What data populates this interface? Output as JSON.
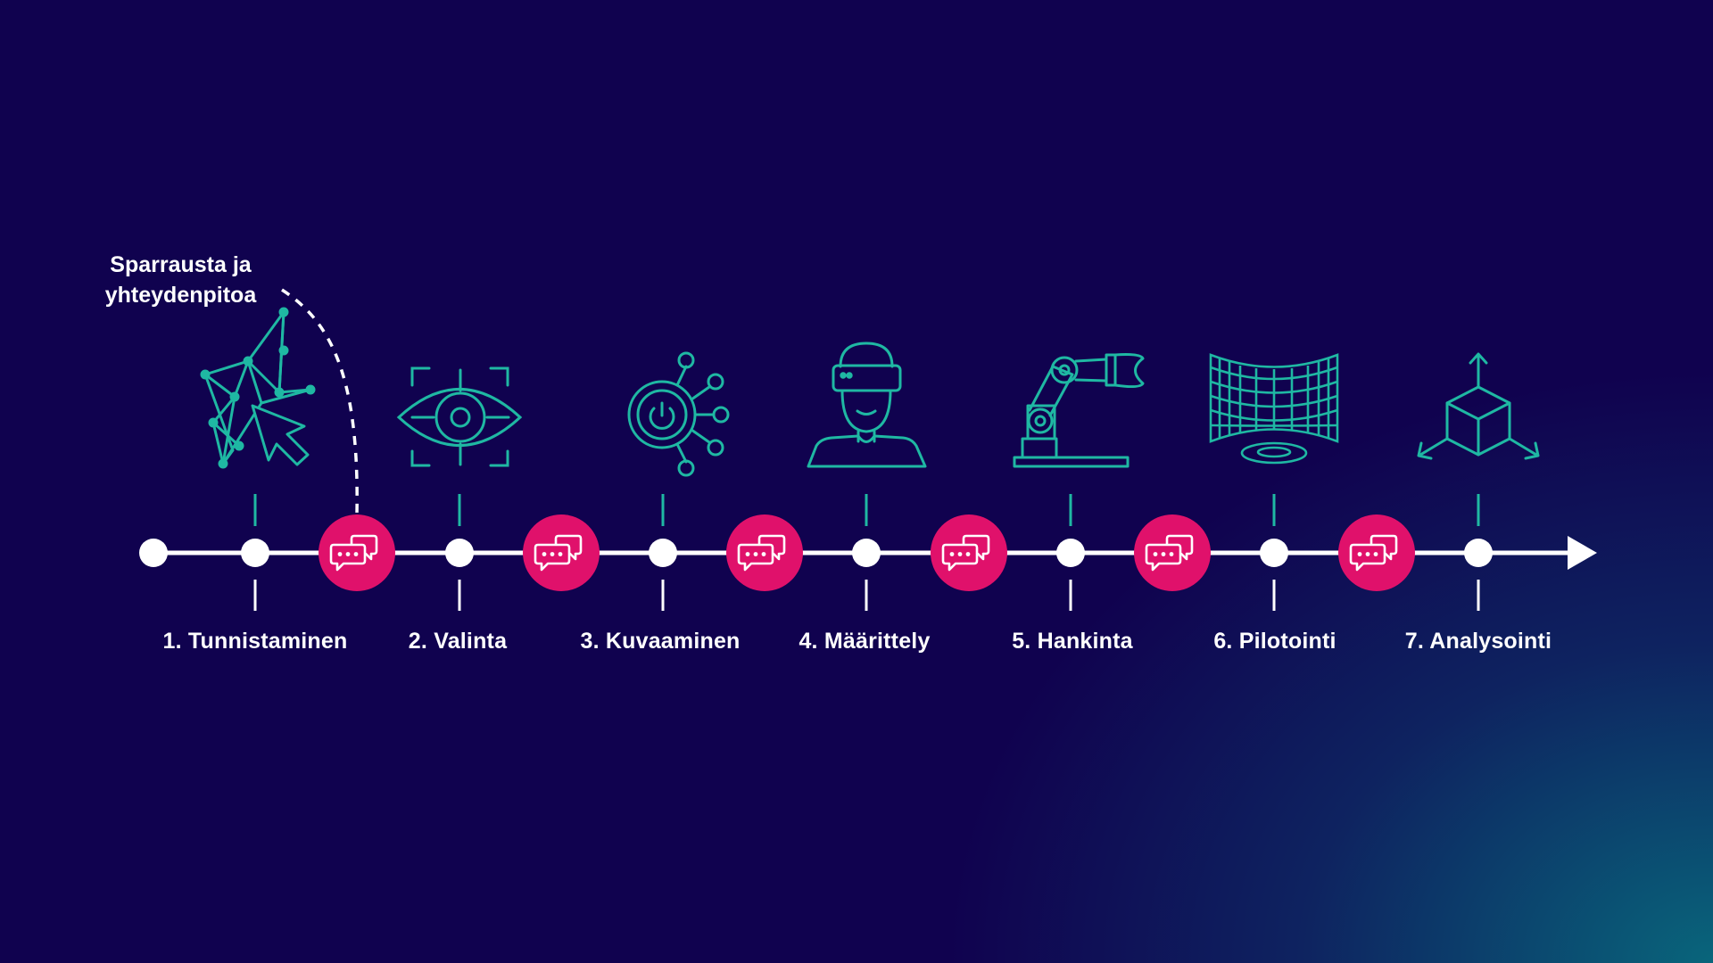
{
  "annotation": {
    "line1": "Sparrausta ja",
    "line2": "yhteydenpitoa"
  },
  "steps": [
    {
      "label": "1. Tunnistaminen",
      "icon": "network-cursor-icon"
    },
    {
      "label": "2. Valinta",
      "icon": "eye-target-icon"
    },
    {
      "label": "3. Kuvaaminen",
      "icon": "power-network-icon"
    },
    {
      "label": "4. Määrittely",
      "icon": "vr-headset-person-icon"
    },
    {
      "label": "5. Hankinta",
      "icon": "robot-arm-icon"
    },
    {
      "label": "6. Pilotointi",
      "icon": "hologram-grid-icon"
    },
    {
      "label": "7. Analysointi",
      "icon": "3d-cube-axes-icon"
    }
  ],
  "consultation_icon": "chat-bubbles-icon",
  "colors": {
    "background": "#10024f",
    "gradient_corner": "#087080",
    "accent_teal": "#1fb8a3",
    "accent_pink": "#e0116b",
    "timeline": "#ffffff"
  }
}
